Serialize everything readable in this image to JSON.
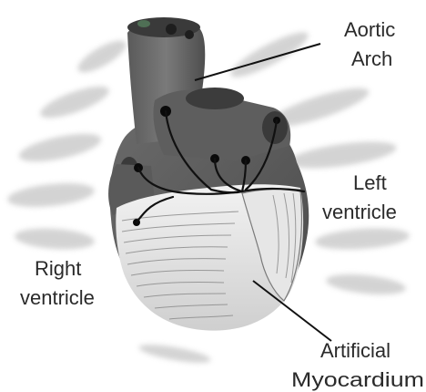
{
  "labels": {
    "aortic_arch": [
      "Aortic",
      "Arch"
    ],
    "left_ventricle": [
      "Left",
      "ventricle"
    ],
    "right_ventricle": [
      "Right",
      "ventricle"
    ],
    "artificial_myocardium": [
      "Artificial",
      "Myocardium"
    ]
  },
  "colors": {
    "heart_dark": "#4a4a4a",
    "heart_mid": "#6e6e6e",
    "heart_light": "#d9d9d9",
    "rib_gray": "#c9c9c9",
    "wire": "#111111",
    "text": "#2a2a2a"
  }
}
